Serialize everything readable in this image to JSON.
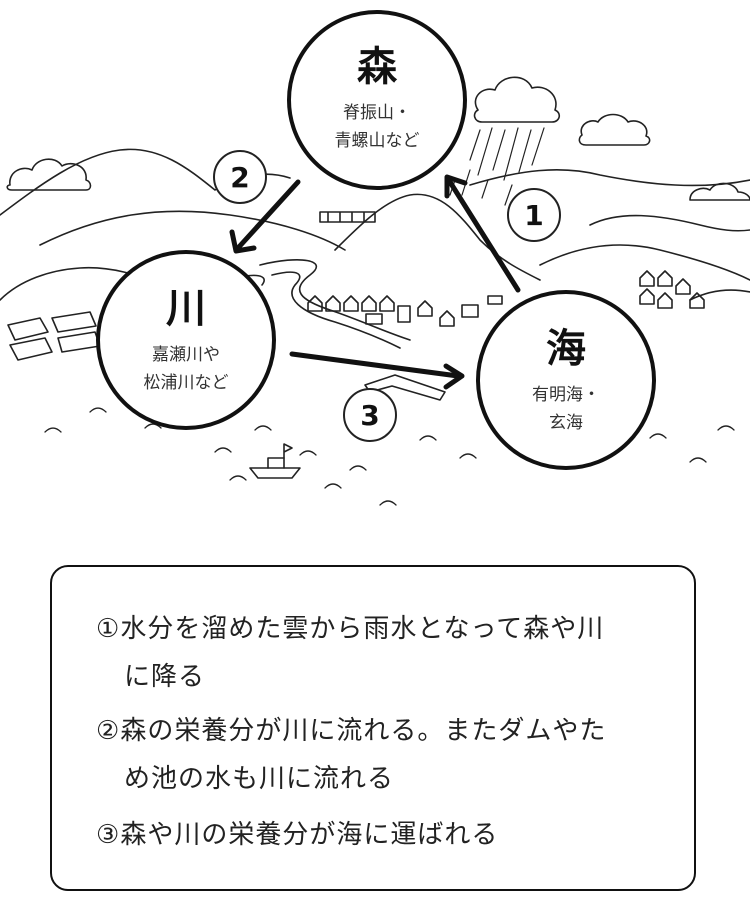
{
  "nodes": {
    "forest": {
      "title": "森",
      "sub1": "脊振山・",
      "sub2": "青螺山など"
    },
    "river": {
      "title": "川",
      "sub1": "嘉瀬川や",
      "sub2": "松浦川など"
    },
    "sea": {
      "title": "海",
      "sub1": "有明海・",
      "sub2": "玄海"
    }
  },
  "steps": {
    "s1": "1",
    "s2": "2",
    "s3": "3"
  },
  "legend": [
    {
      "mark": "①",
      "line1": "水分を溜めた雲から雨水となって森や川",
      "line2": "に降る"
    },
    {
      "mark": "②",
      "line1": "森の栄養分が川に流れる。またダムやた",
      "line2": "め池の水も川に流れる"
    },
    {
      "mark": "③",
      "line1": "森や川の栄養分が海に運ばれる",
      "line2": ""
    }
  ],
  "colors": {
    "ink": "#111111",
    "background": "#ffffff"
  }
}
